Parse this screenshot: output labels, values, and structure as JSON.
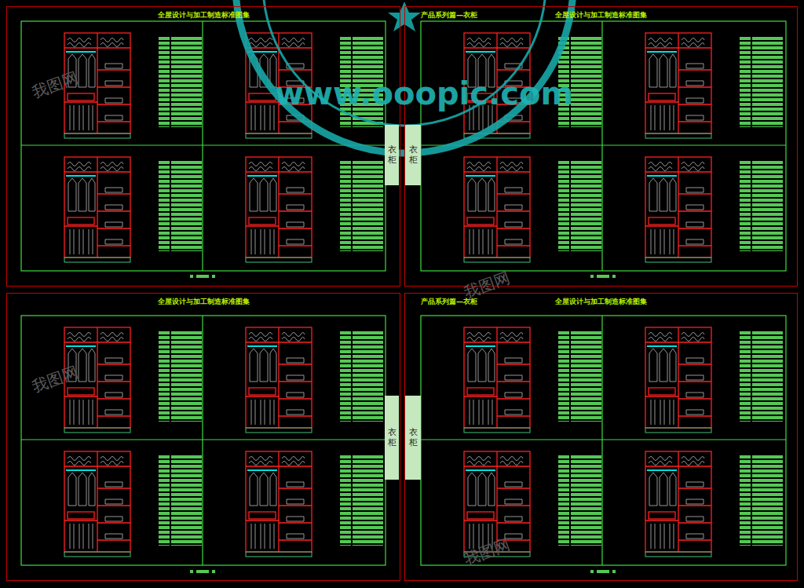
{
  "diagram": {
    "nodes": [
      {
        "text": [
          "全屋设计与加工制造标准图集"
        ]
      },
      {
        "text": [
          "衣柜"
        ],
        "in": 0
      },
      {
        "text": [
          "产品系列篇—衣柜",
          "全屋设计与加工制造标准图集"
        ]
      },
      {
        "text": [
          "衣柜"
        ],
        "in": 2
      },
      {
        "text": [
          "全屋设计与加工制造标准图集"
        ]
      },
      {
        "text": [
          "衣柜"
        ],
        "in": 4
      },
      {
        "text": [
          "产品系列篇—衣柜",
          "全屋设计与加工制造标准图集"
        ]
      },
      {
        "text": [
          "衣柜"
        ],
        "in": 6
      }
    ],
    "labels": [
      "www.ooopic.com",
      "我图网",
      "我图网",
      "我图网",
      "我图网"
    ]
  }
}
